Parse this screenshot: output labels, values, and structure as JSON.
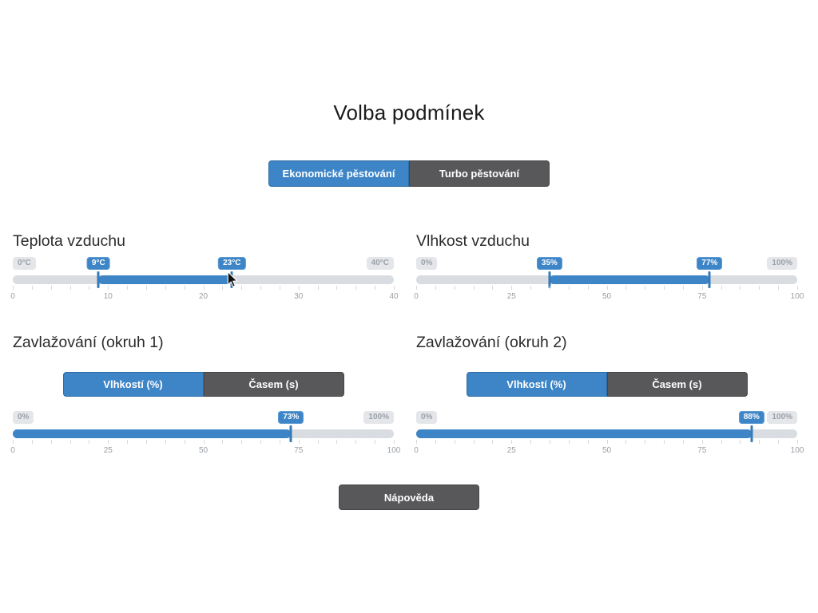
{
  "page": {
    "title": "Volba podmínek",
    "background": "#ffffff"
  },
  "colors": {
    "accent_blue": "#3d85c6",
    "dark_gray_button": "#58585a",
    "track_gray": "#d9dce1",
    "label_pill_gray": "#e4e6ea",
    "muted_text": "#9aa0a6"
  },
  "mode_toggle": {
    "options": [
      {
        "label": "Ekonomické pěstování",
        "selected": true
      },
      {
        "label": "Turbo pěstování",
        "selected": false
      }
    ]
  },
  "sliders": {
    "temperature": {
      "heading": "Teplota vzduchu",
      "type": "range",
      "min": 0,
      "max": 40,
      "low": 9,
      "high": 23,
      "low_label": "9°C",
      "high_label": "23°C",
      "min_label": "0°C",
      "max_label": "40°C",
      "axis_ticks": [
        "0",
        "10",
        "20",
        "30",
        "40"
      ],
      "minor_per_major": 4
    },
    "humidity": {
      "heading": "Vlhkost vzduchu",
      "type": "range",
      "min": 0,
      "max": 100,
      "low": 35,
      "high": 77,
      "low_label": "35%",
      "high_label": "77%",
      "min_label": "0%",
      "max_label": "100%",
      "axis_ticks": [
        "0",
        "25",
        "50",
        "75",
        "100"
      ],
      "minor_per_major": 4
    },
    "irrigation1": {
      "heading": "Zavlažování (okruh 1)",
      "type": "single",
      "min": 0,
      "max": 100,
      "value": 73,
      "value_label": "73%",
      "min_label": "0%",
      "max_label": "100%",
      "axis_ticks": [
        "0",
        "25",
        "50",
        "75",
        "100"
      ],
      "minor_per_major": 4,
      "toggle": {
        "options": [
          {
            "label": "Vlhkostí (%)",
            "selected": true
          },
          {
            "label": "Časem (s)",
            "selected": false
          }
        ]
      }
    },
    "irrigation2": {
      "heading": "Zavlažování (okruh 2)",
      "type": "single",
      "min": 0,
      "max": 100,
      "value": 88,
      "value_label": "88%",
      "min_label": "0%",
      "max_label": "100%",
      "axis_ticks": [
        "0",
        "25",
        "50",
        "75",
        "100"
      ],
      "minor_per_major": 4,
      "toggle": {
        "options": [
          {
            "label": "Vlhkostí (%)",
            "selected": true
          },
          {
            "label": "Časem (s)",
            "selected": false
          }
        ]
      }
    }
  },
  "help_button": {
    "label": "Nápověda"
  }
}
